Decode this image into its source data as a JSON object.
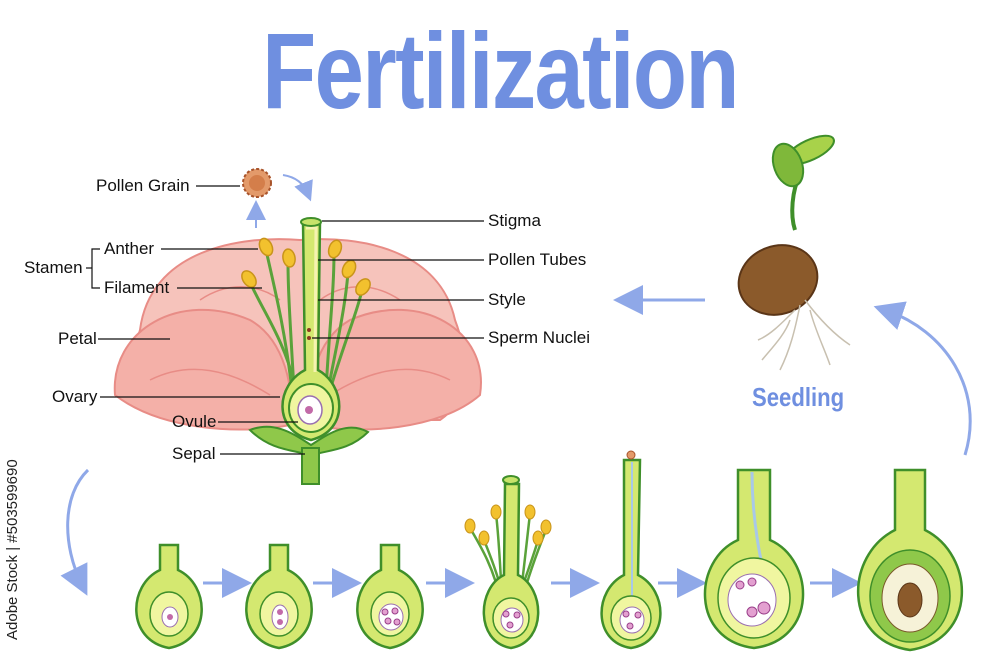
{
  "title": "Fertilization",
  "labels": {
    "pollen_grain": "Pollen Grain",
    "stamen": "Stamen",
    "anther": "Anther",
    "filament": "Filament",
    "petal": "Petal",
    "ovary": "Ovary",
    "ovule": "Ovule",
    "sepal": "Sepal",
    "stigma": "Stigma",
    "pollen_tubes": "Pollen Tubes",
    "style": "Style",
    "sperm_nuclei": "Sperm Nuclei",
    "seedling": "Seedling"
  },
  "watermark": "Adobe Stock | #503599690",
  "colors": {
    "title": "#6f8fe0",
    "arrow": "#8fa8e8",
    "petal": "#f4b0a8",
    "petal_dark": "#e88c86",
    "green_dark": "#3f8f2a",
    "green_light": "#c7e36a",
    "anther": "#f2c12e",
    "seed": "#8b5a2b"
  },
  "stages": [
    {
      "name": "stage-1"
    },
    {
      "name": "stage-2"
    },
    {
      "name": "stage-3"
    },
    {
      "name": "stage-4"
    },
    {
      "name": "stage-5"
    },
    {
      "name": "stage-6"
    },
    {
      "name": "stage-7"
    }
  ]
}
